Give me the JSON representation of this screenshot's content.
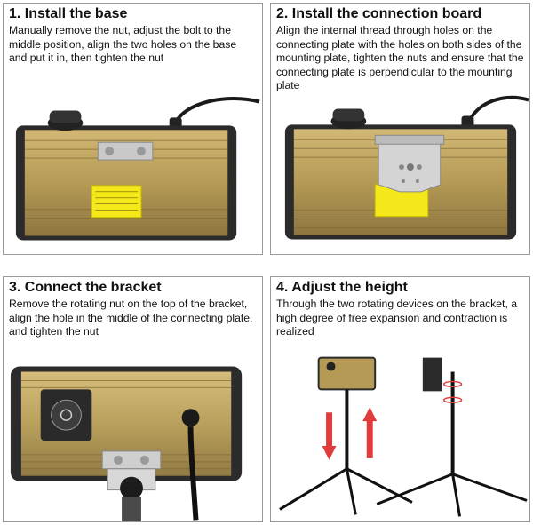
{
  "steps": [
    {
      "title": "1. Install the base",
      "description": "Manually remove the nut, adjust the bolt to the middle position, align the two holes on the base and put it in, then tighten the nut"
    },
    {
      "title": "2. Install the connection board",
      "description": "Align the internal thread through holes on the connecting plate with the holes on both sides of the mounting plate, tighten the nuts and ensure that the connecting plate is perpendicular to the mounting plate"
    },
    {
      "title": "3. Connect the bracket",
      "description": "Remove the rotating nut on the top of the bracket, align the hole in the middle of the connecting plate, and tighten the nut"
    },
    {
      "title": "4. Adjust the height",
      "description": "Through the two rotating devices on the bracket, a high degree of free expansion and contraction is realized"
    }
  ],
  "colors": {
    "housing_gold": "#b59a55",
    "housing_dark": "#2b2b2b",
    "label_yellow": "#f4e81a",
    "plate_silver": "#c9c9c9",
    "arrow_red": "#e23b3b"
  }
}
